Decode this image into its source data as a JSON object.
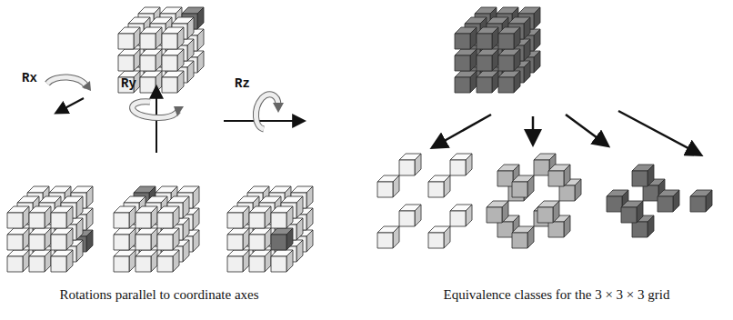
{
  "diagram": {
    "labels": [
      "Rx",
      "Ry",
      "Rz",
      "Rotations parallel to coordinate axes",
      "Equivalence classes for the 3 × 3 × 3 grid"
    ]
  }
}
